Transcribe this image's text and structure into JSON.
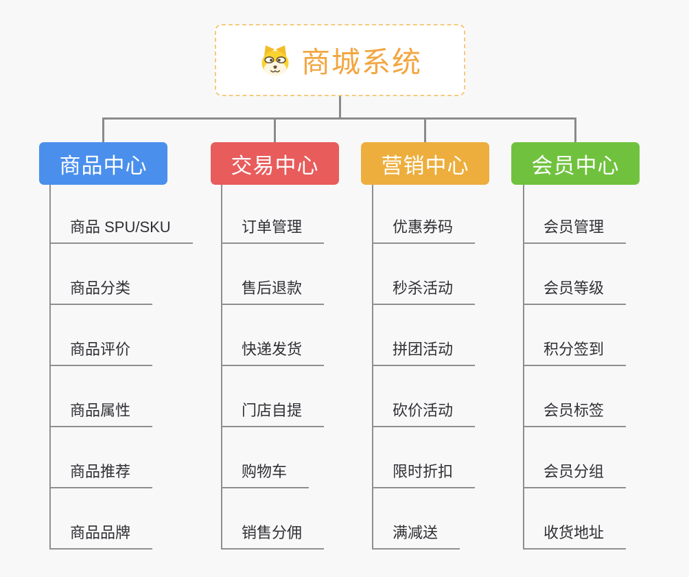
{
  "page": {
    "background": "#f8f8f8",
    "connector_color": "#8a8a8a",
    "leaf_text_color": "#2f2f35"
  },
  "root": {
    "title": "商城系统",
    "text_color": "#f2a640",
    "border_color": "#f6c97e",
    "icon": "dog-face-icon"
  },
  "branches": [
    {
      "label": "商品中心",
      "color": "#4a8fec",
      "children": [
        "商品 SPU/SKU",
        "商品分类",
        "商品评价",
        "商品属性",
        "商品推荐",
        "商品品牌"
      ]
    },
    {
      "label": "交易中心",
      "color": "#e85c5c",
      "children": [
        "订单管理",
        "售后退款",
        "快递发货",
        "门店自提",
        "购物车",
        "销售分佣"
      ]
    },
    {
      "label": "营销中心",
      "color": "#edae3d",
      "children": [
        "优惠券码",
        "秒杀活动",
        "拼团活动",
        "砍价活动",
        "限时折扣",
        "满减送"
      ]
    },
    {
      "label": "会员中心",
      "color": "#70c23e",
      "children": [
        "会员管理",
        "会员等级",
        "积分签到",
        "会员标签",
        "会员分组",
        "收货地址"
      ]
    }
  ]
}
